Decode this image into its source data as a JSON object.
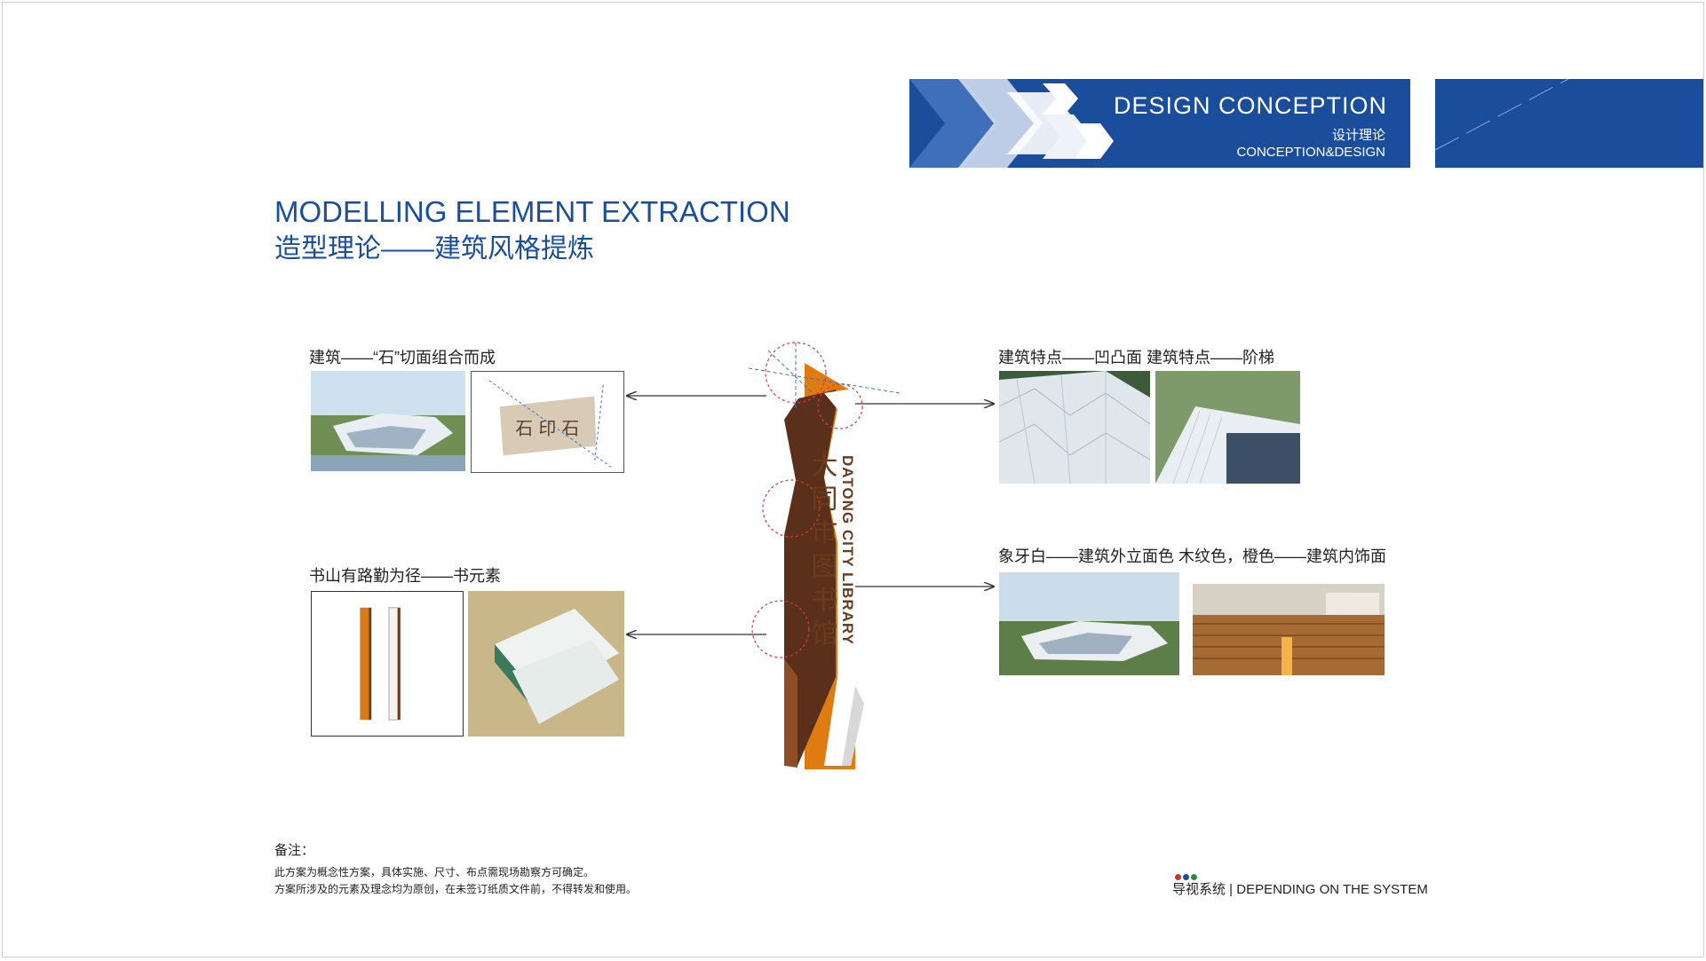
{
  "header": {
    "title": "DESIGN CONCEPTION",
    "subtitle_cn": "设计理论",
    "subtitle_en": "CONCEPTION&DESIGN"
  },
  "section": {
    "title_en": "MODELLING ELEMENT EXTRACTION",
    "title_cn": "造型理论——建筑风格提炼"
  },
  "captions": {
    "stone": "建筑——“石”切面组合而成",
    "book": "书山有路勤为径——书元素",
    "features": "建筑特点——凹凸面  建筑特点——阶梯",
    "colors": "象牙白——建筑外立面色   木纹色，橙色——建筑内饰面"
  },
  "sign": {
    "text_cn": "大同市图书馆",
    "text_en": "DATONG CITY LIBRARY"
  },
  "notes": {
    "title": "备注：",
    "line1": "此方案为概念性方案，具体实施、尺寸、布点需现场勘察方可确定。",
    "line2": "方案所涉及的元素及理念均为原创，在未签订纸质文件前，不得转发和使用。"
  },
  "footer": {
    "text": "导视系统 | DEPENDING ON THE SYSTEM",
    "dot_colors": [
      "#c0392b",
      "#1a4d9c",
      "#2e8b3e"
    ]
  },
  "colors": {
    "brand_blue": "#1a4d9c",
    "wood": "#6b3b1e",
    "orange": "#e07b12"
  }
}
